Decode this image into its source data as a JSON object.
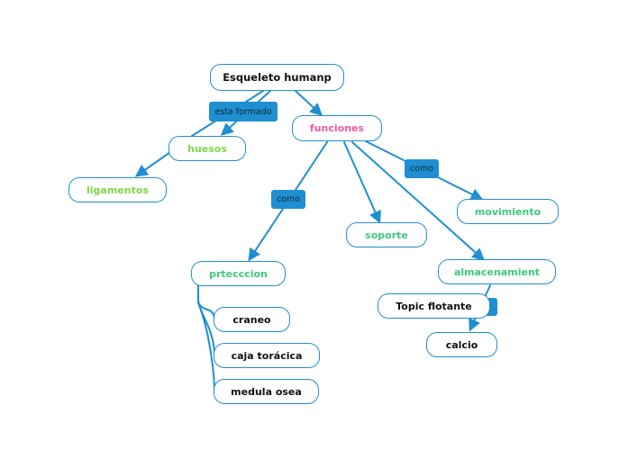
{
  "map": {
    "root": "Esqueleto humanp",
    "nodes": {
      "huesos": "huesos",
      "ligamentos": "ligamentos",
      "funciones": "funciones",
      "movimiento": "movimiento",
      "soporte": "soporte",
      "prteccion": "prtecccion",
      "almacenamiento": "almacenamient",
      "topic_flotante": "Topic flotante",
      "calcio": "calcio",
      "craneo": "craneo",
      "caja_toracica": "caja torácica",
      "medula_osea": "medula osea"
    },
    "links": {
      "esta_formado": "esta formado",
      "como_movimiento": "como",
      "como_proteccion": "como"
    }
  },
  "colors": {
    "line": "#1f8fd1",
    "border": "#1f8fd1",
    "tag_bg": "#1f8fd1",
    "text_dark": "#111111",
    "text_green": "#7fd64a",
    "text_teal": "#3ec97e",
    "text_pink": "#ee5aa6"
  }
}
